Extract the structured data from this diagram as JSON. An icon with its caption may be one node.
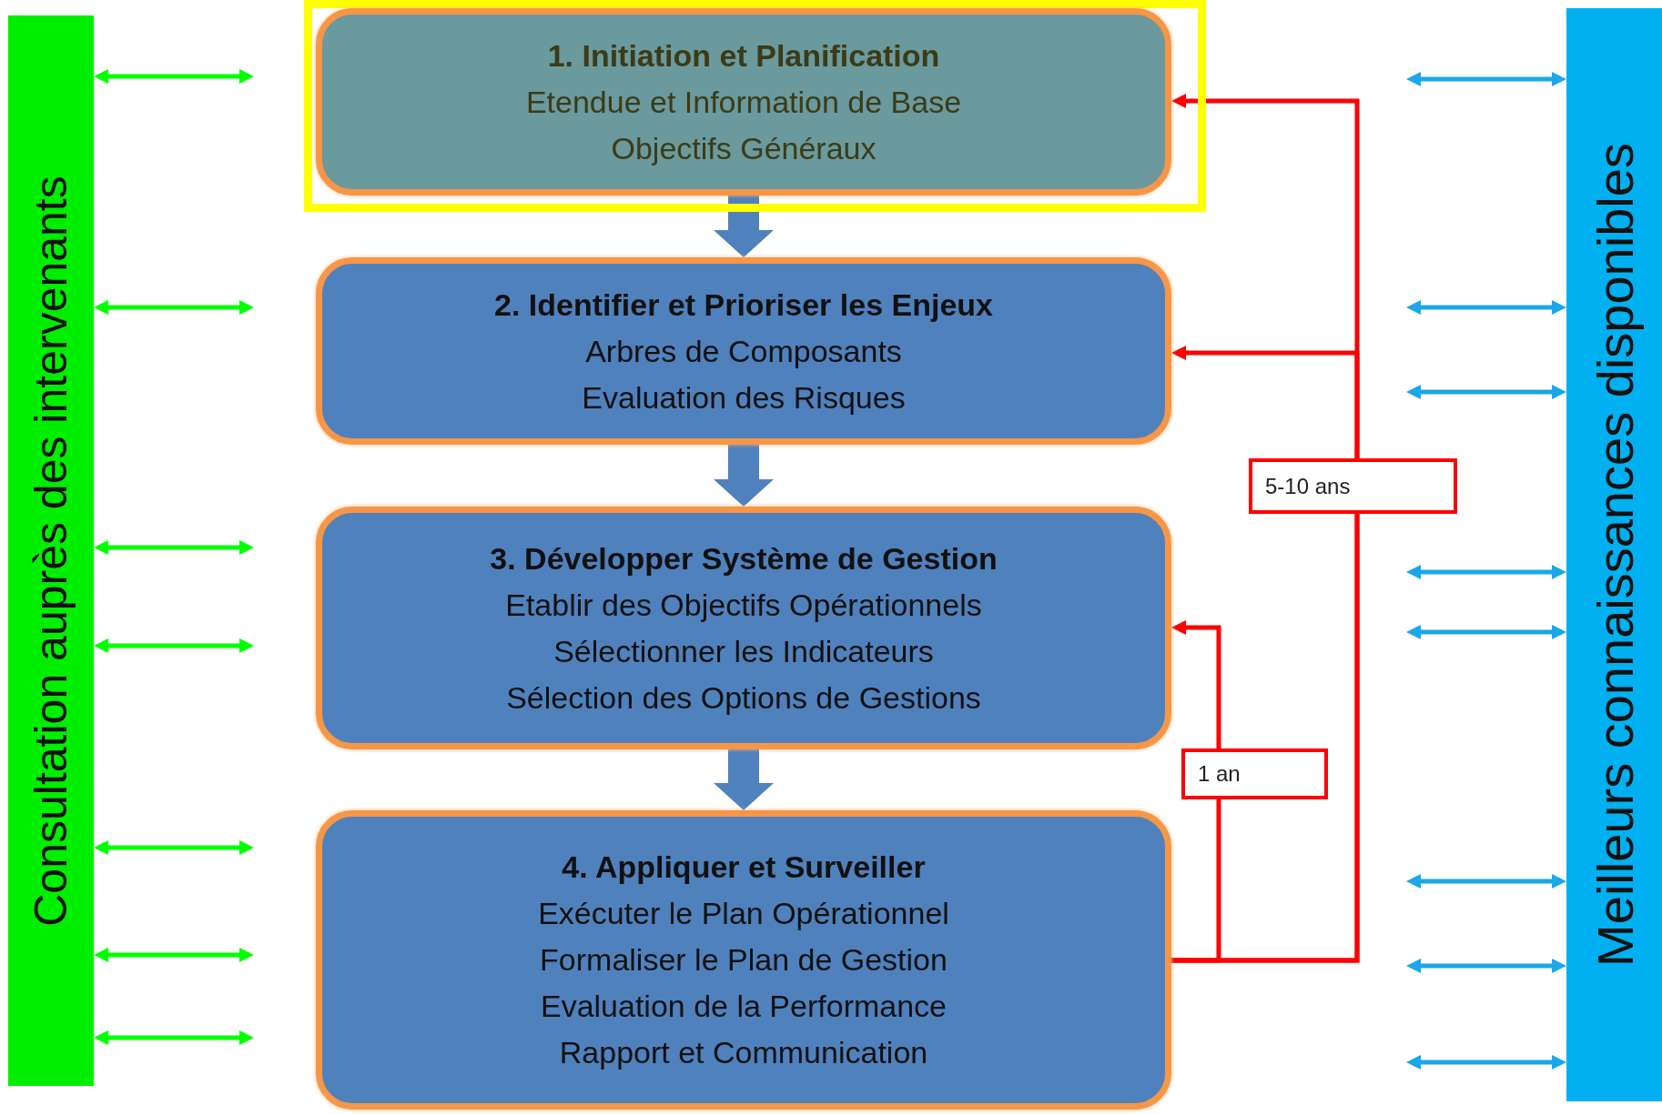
{
  "diagram": {
    "nodes": [
      {
        "text": [
          "Consultation auprès des intervenants"
        ]
      },
      {
        "text": [
          "1. Initiation et Planification",
          "Etendue et Information de Base",
          "Objectifs Généraux"
        ]
      },
      {
        "text": [
          "2. Identifier et Prioriser les Enjeux",
          "Arbres de Composants",
          "Evaluation des Risques"
        ]
      },
      {
        "text": [
          "3. Développer Système de Gestion",
          "Etablir des Objectifs Opérationnels",
          "Sélectionner les Indicateurs",
          "Sélection des Options de Gestions"
        ]
      },
      {
        "text": [
          "4. Appliquer et Surveiller",
          "Exécuter le Plan Opérationnel",
          "Formaliser le Plan de Gestion",
          "Evaluation de la Performance",
          "Rapport et Communication"
        ]
      },
      {
        "text": [
          "Meilleurs connaissances disponibles"
        ]
      }
    ],
    "edges": [
      {
        "from": 0,
        "to": null,
        "arrow": "both",
        "color": "#00ff00"
      },
      {
        "from": 0,
        "to": null,
        "arrow": "both",
        "color": "#00ff00"
      },
      {
        "from": 0,
        "to": null,
        "arrow": "both",
        "color": "#00ff00"
      },
      {
        "from": 0,
        "to": null,
        "arrow": "both",
        "color": "#00ff00"
      },
      {
        "from": 0,
        "to": null,
        "arrow": "both",
        "color": "#00ff00"
      },
      {
        "from": 0,
        "to": null,
        "arrow": "both",
        "color": "#00ff00"
      },
      {
        "from": 0,
        "to": null,
        "arrow": "both",
        "color": "#00ff00"
      },
      {
        "from": 5,
        "to": null,
        "arrow": "both"
      },
      {
        "from": 5,
        "to": null,
        "arrow": "both"
      },
      {
        "from": 5,
        "to": null,
        "arrow": "both"
      },
      {
        "from": 5,
        "to": null,
        "arrow": "both"
      },
      {
        "from": 5,
        "to": null,
        "arrow": "both"
      },
      {
        "from": 5,
        "to": null,
        "arrow": "both"
      },
      {
        "from": 5,
        "to": null,
        "arrow": "both"
      },
      {
        "from": 5,
        "to": null,
        "arrow": "both"
      },
      {
        "from": 1,
        "to": 2,
        "arrow": "to",
        "style": "thick",
        "color": "#4f81bd"
      },
      {
        "from": 2,
        "to": 3,
        "arrow": "to",
        "style": "thick",
        "color": "#4f81bd"
      },
      {
        "from": 3,
        "to": 4,
        "arrow": "to",
        "style": "thick",
        "color": "#4f81bd"
      },
      {
        "from": 4,
        "to": 1,
        "arrow": "to",
        "label": "5-10 ans",
        "color": "#ff0000"
      },
      {
        "from": 4,
        "to": 2,
        "arrow": "to",
        "color": "#ff0000"
      },
      {
        "from": 4,
        "to": 3,
        "arrow": "to",
        "label": "1 an",
        "color": "#ff0000"
      }
    ]
  }
}
